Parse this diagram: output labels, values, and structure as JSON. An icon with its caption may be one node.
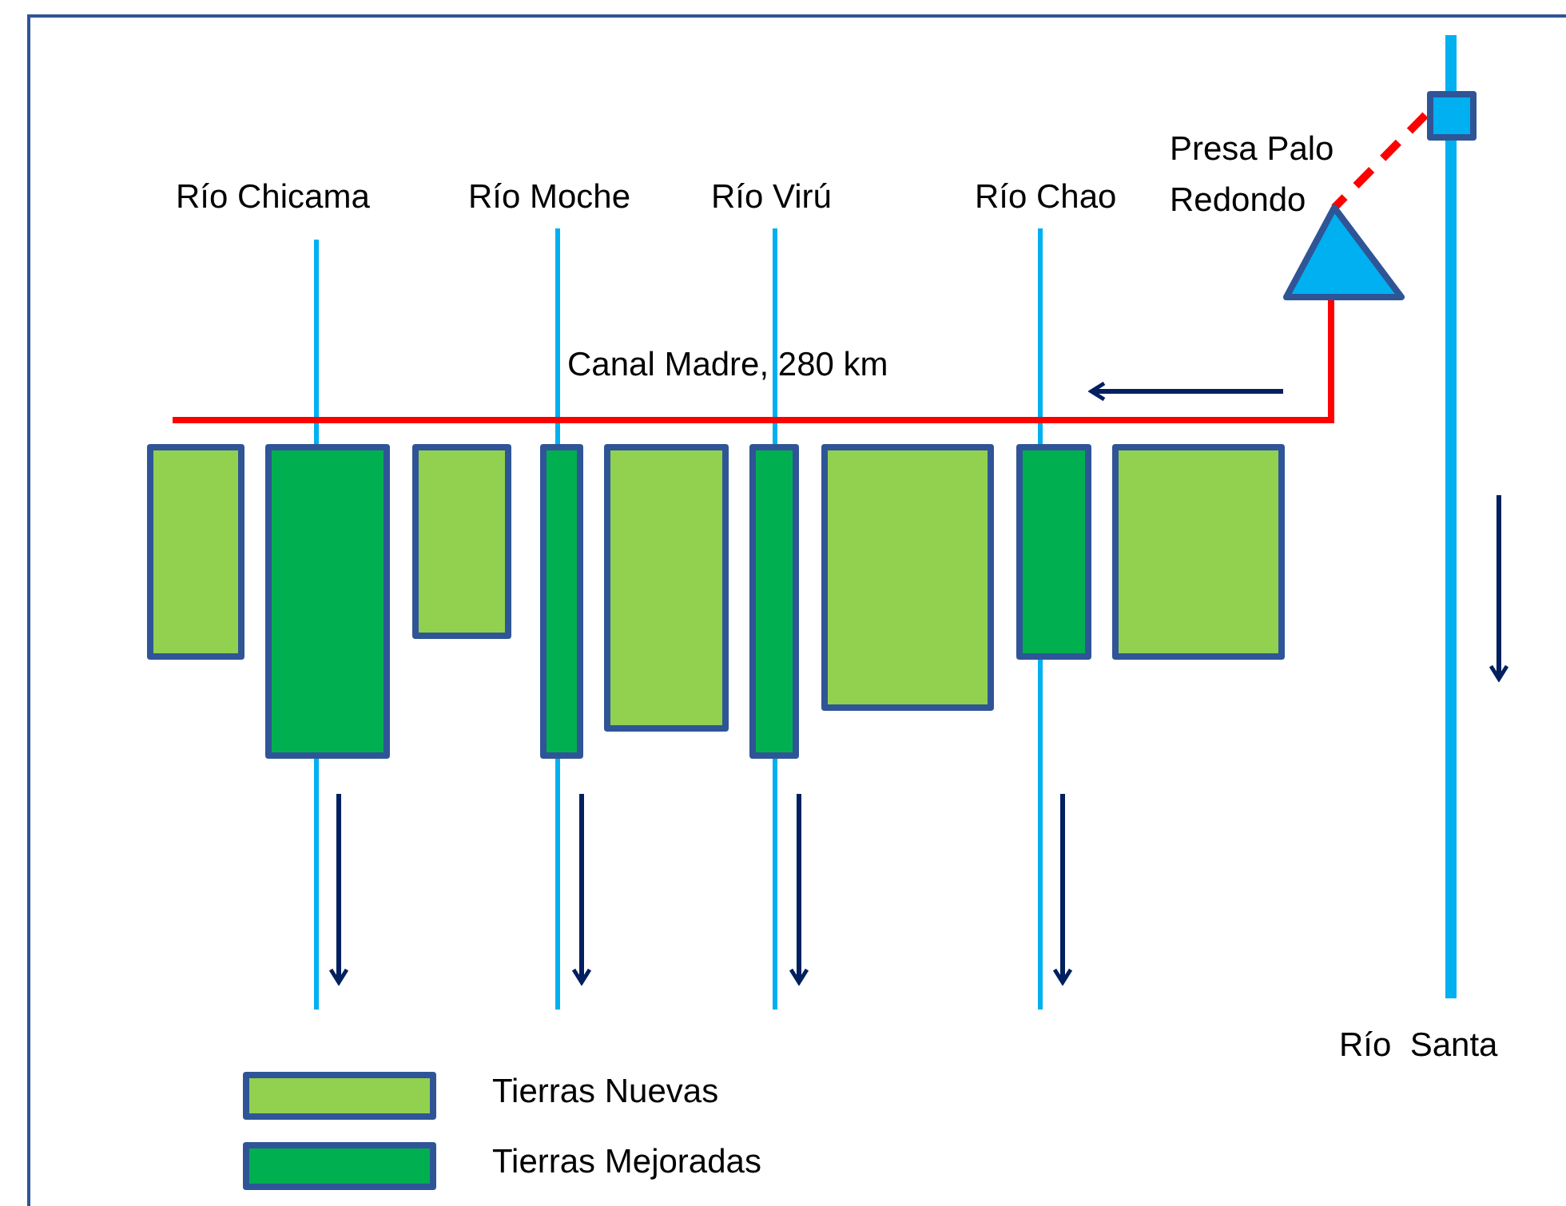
{
  "diagram": {
    "nodes": [
      {
        "text": [],
        "shape": "box"
      },
      {
        "text": [
          "Presa Palo Redondo"
        ]
      },
      {
        "text": [],
        "shape": "box"
      },
      {
        "text": [],
        "shape": "box"
      },
      {
        "text": [],
        "shape": "box"
      },
      {
        "text": [],
        "shape": "box"
      },
      {
        "text": [],
        "shape": "box"
      },
      {
        "text": [],
        "shape": "box"
      },
      {
        "text": [],
        "shape": "box"
      },
      {
        "text": [],
        "shape": "box"
      },
      {
        "text": [],
        "shape": "box"
      }
    ],
    "edges": [
      {
        "from": 0,
        "to": 1,
        "arrow": "none",
        "style": "dashed",
        "color": "#ff0000"
      }
    ],
    "labels": [
      "Río Chicama",
      "Río Moche",
      "Río Virú",
      "Río Chao",
      "Canal Madre, 280 km",
      "Río  Santa"
    ],
    "legend": [
      {
        "text": "Tierras Nuevas",
        "color": "#92d050"
      },
      {
        "text": "Tierras Mejoradas",
        "color": "#00b050"
      }
    ]
  }
}
